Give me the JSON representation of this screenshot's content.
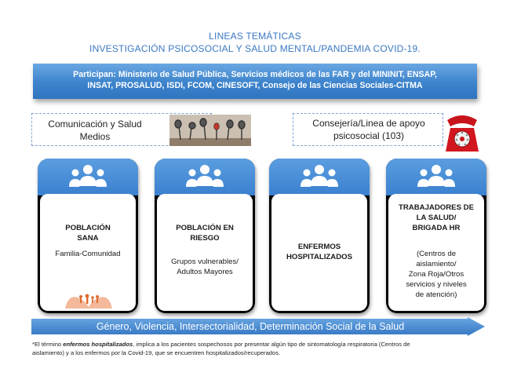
{
  "title": {
    "line1": "LINEAS TEMÁTICAS",
    "line2": "INVESTIGACIÓN PSICOSOCIAL Y SALUD MENTAL/PANDEMIA COVID-19."
  },
  "participants": {
    "line1": "Participan: Ministerio de Salud Pública, Servicios médicos de las FAR y del MININIT, ENSAP,",
    "line2": "INSAT, PROSALUD, ISDI, FCOM, CINESOFT, Consejo de las Ciencias Sociales-CITMA"
  },
  "communication": {
    "line1": "Comunicación y Salud",
    "line2": "Medios"
  },
  "counseling": {
    "line1": "Consejería/Linea de apoyo",
    "line2": "psicosocial (103)"
  },
  "cards": [
    {
      "title1": "POBLACIÓN",
      "title2": "SANA",
      "sub1": "Familia-Comunidad"
    },
    {
      "title1": "POBLACIÓN EN",
      "title2": "RIESGO",
      "sub1": "Grupos vulnerables/",
      "sub2": "Adultos Mayores"
    },
    {
      "title1": "ENFERMOS",
      "title2": "HOSPITALIZADOS"
    },
    {
      "title1": "TRABAJADORES DE",
      "title2": "LA SALUD/",
      "title3": "BRIGADA HR",
      "sub1": "(Centros de",
      "sub2": "aislamiento/",
      "sub3": "Zona Roja/Otros",
      "sub4": "servicios y niveles",
      "sub5": "de atención)"
    }
  ],
  "arrow_label": "Género, Violencia, Intersectorialidad, Determinación Social de la Salud",
  "footnote": {
    "prefix": "*El término ",
    "term": "enfermos hospitalizados",
    "line1_rest": ", implica a los pacientes sospechosos por presentar algún tipo de sintomatología respiratoria (Centros de",
    "line2": "aislamiento) y a los enfermos por la Covid-19, que se encuentren hospitalizados/recuperados."
  },
  "colors": {
    "title": "#3a78c2",
    "banner": "#3c83cc",
    "card_head": "#4a8fd8",
    "arrow": "#4a8fd8"
  }
}
